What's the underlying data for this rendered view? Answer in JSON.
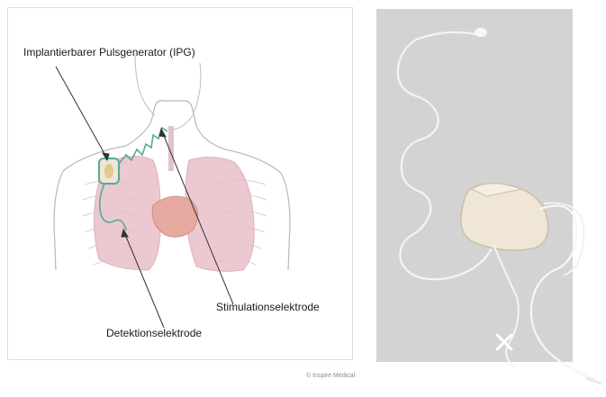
{
  "labels": {
    "ipg": "Implantierbarer Pulsgenerator (IPG)",
    "stimulation": "Stimulationselektrode",
    "detection": "Detektionselektrode"
  },
  "credit": "© Inspire Medical",
  "colors": {
    "panel_right": "#d3d3d3",
    "lung": "#e9bfc9",
    "heart": "#e6a9a0",
    "lead": "#5aa89a",
    "device": "#efe6d6"
  }
}
